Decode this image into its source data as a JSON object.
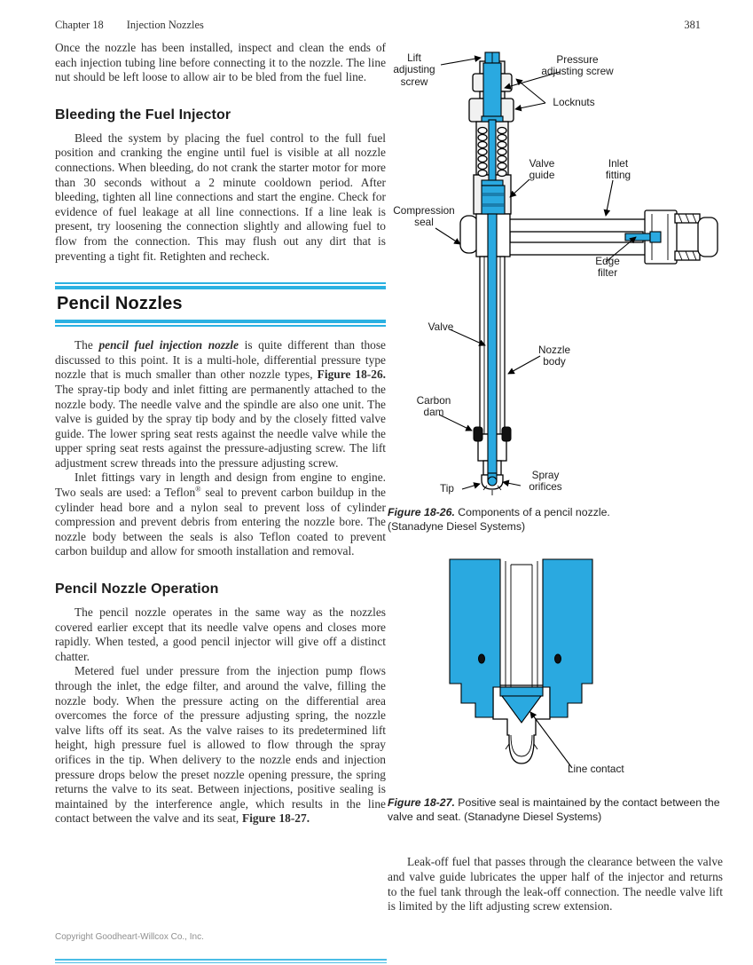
{
  "colors": {
    "accent_cyan": "#2bb1e2",
    "figure_blue": "#2aa9e0"
  },
  "header": {
    "chapter": "Chapter 18",
    "section": "Injection Nozzles",
    "page_number": "381"
  },
  "left": {
    "intro": "Once the nozzle has been installed, inspect and clean the ends of each injection tubing line before connecting it to the nozzle. The line nut should be left loose to allow air to be bled from the fuel line.",
    "bleeding": {
      "heading": "Bleeding the Fuel Injector",
      "body": "Bleed the system by placing the fuel control to the full fuel position and cranking the engine until fuel is visible at all nozzle connections. When bleeding, do not crank the starter motor for more than 30 seconds without a 2 minute cooldown period. After bleeding, tighten all line connections and start the engine. Check for evidence of fuel leakage at all line connections. If a line leak is present, try loosening the connection slightly and allowing fuel to flow from the connection. This may flush out any dirt that is preventing a tight fit. Retighten and recheck."
    },
    "pencil": {
      "heading": "Pencil Nozzles",
      "p1": [
        {
          "t": "The ",
          "s": "n"
        },
        {
          "t": "pencil fuel injection nozzle",
          "s": "bi"
        },
        {
          "t": " is quite different than those discussed to this point. It is a multi-hole, differential pressure type nozzle that is much smaller than other nozzle types, ",
          "s": "n"
        },
        {
          "t": "Figure 18-26.",
          "s": "b"
        },
        {
          "t": " The spray-tip body and inlet fitting are permanently attached to the nozzle body. The needle valve and the spindle are also one unit. The valve is guided by the spray tip body and by the closely fitted valve guide. The lower spring seat rests against the needle valve while the upper spring seat rests against the pressure-adjusting screw. The lift adjustment screw threads into the pressure adjusting screw.",
          "s": "n"
        }
      ],
      "p2": [
        {
          "t": "Inlet fittings vary in length and design from engine to engine. Two seals are used: a Teflon",
          "s": "n"
        },
        {
          "t": "®",
          "s": "sup"
        },
        {
          "t": " seal to prevent carbon buildup in the cylinder head bore and a nylon seal to prevent loss of cylinder compression and prevent debris from entering the nozzle bore. The nozzle body between the seals is also Teflon coated to prevent carbon buildup and allow for smooth installation and removal.",
          "s": "n"
        }
      ]
    },
    "operation": {
      "heading": "Pencil Nozzle Operation",
      "p1": "The pencil nozzle operates in the same way as the nozzles covered earlier except that its needle valve opens and closes more rapidly. When tested, a good pencil injector will give off a distinct chatter.",
      "p2": [
        {
          "t": "Metered fuel under pressure from the injection pump flows through the inlet, the edge filter, and around the valve, filling the nozzle body. When the pressure acting on the differential area overcomes the force of the pressure adjusting spring, the nozzle valve lifts off its seat. As the valve raises to its predetermined lift height, high pressure fuel is allowed to flow through the spray orifices in the tip. When delivery to the nozzle ends and injection pressure drops below the preset nozzle opening pressure, the spring returns the valve to its seat. Between injections, positive sealing is maintained by the interference angle, which results in the line contact between the valve and its seat, ",
          "s": "n"
        },
        {
          "t": "Figure 18-27.",
          "s": "b"
        }
      ]
    }
  },
  "fig26": {
    "labels": {
      "lift_adjusting_screw": "Lift adjusting screw",
      "pressure_adjusting_screw": "Pressure adjusting screw",
      "locknuts": "Locknuts",
      "valve_guide": "Valve guide",
      "inlet_fitting": "Inlet fitting",
      "compression_seal": "Compression seal",
      "edge_filter": "Edge filter",
      "valve": "Valve",
      "nozzle_body": "Nozzle body",
      "carbon_dam": "Carbon dam",
      "tip": "Tip",
      "spray_orifices": "Spray orifices"
    },
    "caption": [
      {
        "t": "Figure 18-26.",
        "s": "bi"
      },
      {
        "t": " Components of a pencil nozzle. (Stanadyne Diesel Systems)",
        "s": "n"
      }
    ]
  },
  "fig27": {
    "labels": {
      "line_contact": "Line contact"
    },
    "caption": [
      {
        "t": "Figure 18-27.",
        "s": "bi"
      },
      {
        "t": " Positive seal is maintained by the contact between the valve and seat. (Stanadyne Diesel Systems)",
        "s": "n"
      }
    ]
  },
  "closing": "Leak-off fuel that passes through the clearance between the valve and valve guide lubricates the upper half of the injector and returns to the fuel tank through the leak-off connection. The needle valve lift is limited by the lift adjusting screw extension.",
  "footer": {
    "copyright": "Copyright Goodheart-Willcox Co., Inc."
  }
}
